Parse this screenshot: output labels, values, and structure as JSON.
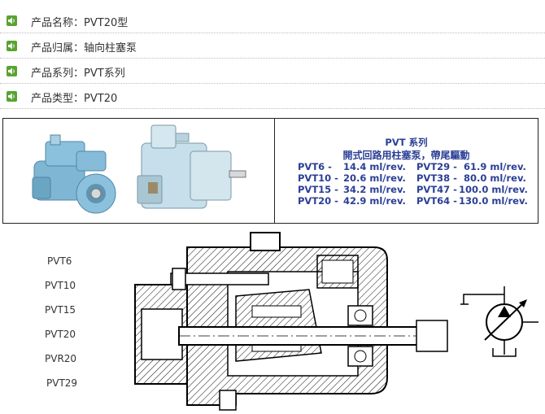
{
  "product_attributes": [
    {
      "label": "产品名称：",
      "value": "PVT20型"
    },
    {
      "label": "产品归属：",
      "value": "轴向柱塞泵"
    },
    {
      "label": "产品系列：",
      "value": "PVT系列"
    },
    {
      "label": "产品类型：",
      "value": "PVT20"
    }
  ],
  "banner": {
    "series": "PVT 系列",
    "title": "開式回路用柱塞泵，帶尾驅動",
    "models_left": [
      {
        "model": "PVT6 -",
        "displacement": "14.4 ml/rev."
      },
      {
        "model": "PVT10 -",
        "displacement": "20.6 ml/rev."
      },
      {
        "model": "PVT15 -",
        "displacement": "34.2 ml/rev."
      },
      {
        "model": "PVT20 -",
        "displacement": "42.9 ml/rev."
      }
    ],
    "models_right": [
      {
        "model": "PVT29 -",
        "displacement": "61.9 ml/rev."
      },
      {
        "model": "PVT38 -",
        "displacement": "80.0 ml/rev."
      },
      {
        "model": "PVT47 -",
        "displacement": "100.0 ml/rev."
      },
      {
        "model": "PVT64 -",
        "displacement": "130.0 ml/rev."
      }
    ]
  },
  "model_list": [
    "PVT6",
    "PVT10",
    "PVT15",
    "PVT20",
    "PVR20",
    "PVT29"
  ],
  "colors": {
    "icon_green": "#5aa332",
    "spec_blue": "#2b3f95",
    "pump_blue": "#7fb6d4"
  },
  "icons": {
    "attribute": "speaker-icon"
  }
}
